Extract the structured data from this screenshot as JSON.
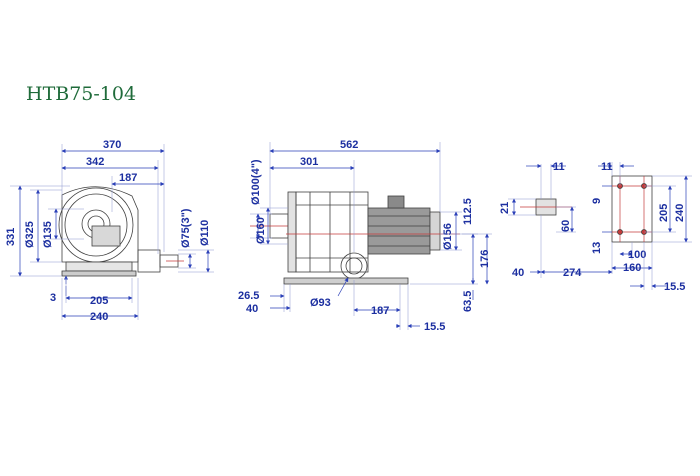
{
  "title": "HTB75-104",
  "colors": {
    "dimension": "#1c2fa0",
    "title": "#1f6b3a",
    "outline": "#404040",
    "accent": "#c43a3a"
  },
  "front_view": {
    "dims": [
      "370",
      "342",
      "187",
      "331",
      "Ø325",
      "Ø135",
      "Ø75(3\")",
      "Ø110",
      "3",
      "205",
      "240"
    ]
  },
  "side_view": {
    "dims": [
      "562",
      "301",
      "Ø100(4\")",
      "Ø160",
      "Ø156",
      "112.5",
      "176",
      "63.5",
      "26.5",
      "40",
      "Ø93",
      "187",
      "15.5"
    ]
  },
  "flange_view": {
    "dims": [
      "11",
      "21",
      "60",
      "40",
      "274",
      "11",
      "9",
      "205",
      "240",
      "13",
      "100",
      "160",
      "15.5"
    ]
  }
}
